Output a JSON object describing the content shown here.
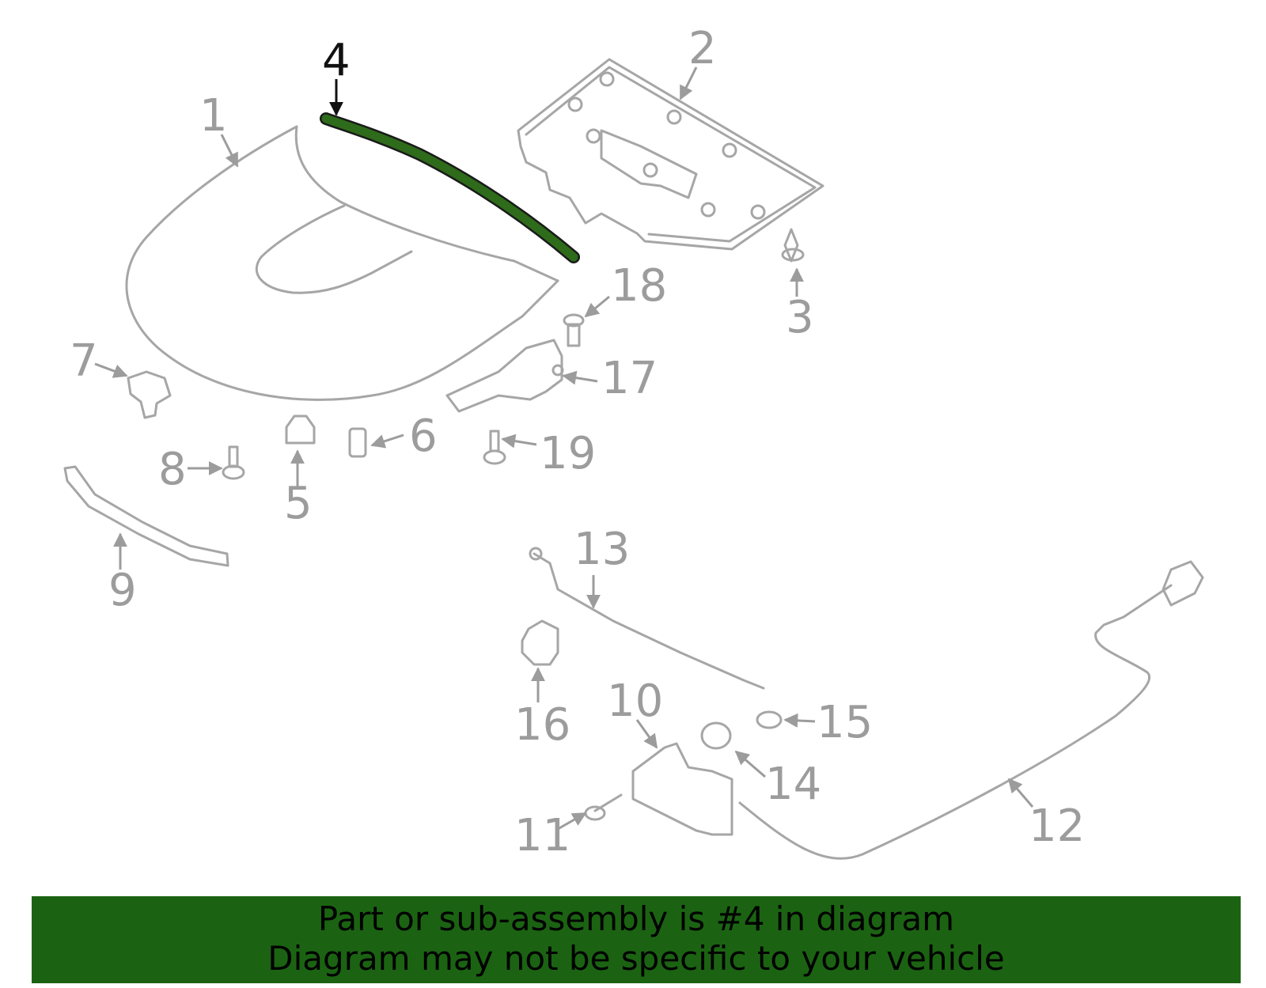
{
  "highlighted_part": "4",
  "colors": {
    "highlight": "#2e6b1a",
    "banner": "#1b6312",
    "linework": "#a6a6a6",
    "text": "#9c9c9c"
  },
  "callouts": {
    "c1": "1",
    "c2": "2",
    "c3": "3",
    "c4": "4",
    "c5": "5",
    "c6": "6",
    "c7": "7",
    "c8": "8",
    "c9": "9",
    "c10": "10",
    "c11": "11",
    "c12": "12",
    "c13": "13",
    "c14": "14",
    "c15": "15",
    "c16": "16",
    "c17": "17",
    "c18": "18",
    "c19": "19"
  },
  "banner": {
    "line1": "Part or sub-assembly is #4 in diagram",
    "line2": "Diagram may not be specific to your vehicle"
  }
}
